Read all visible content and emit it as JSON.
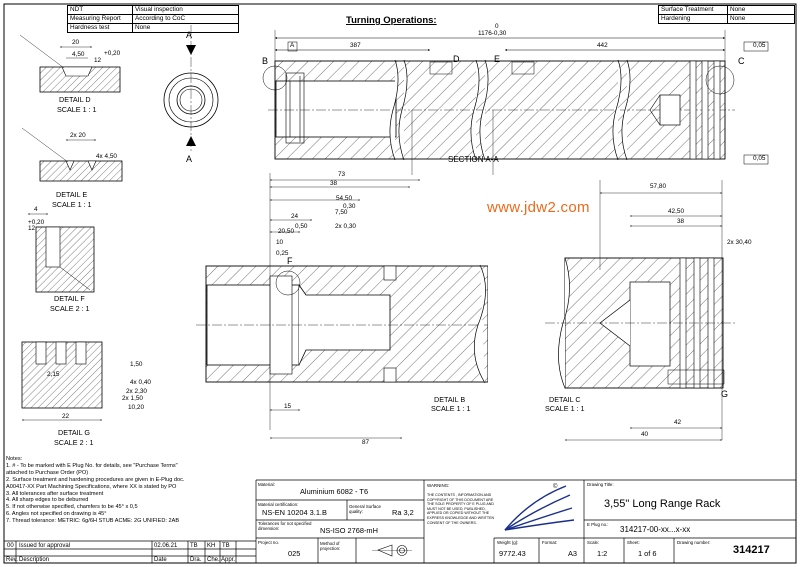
{
  "header_left": [
    {
      "key": "NDT",
      "value": "Visual inspection"
    },
    {
      "key": "Measuring Report",
      "value": "According to CoC"
    },
    {
      "key": "Hardness test",
      "value": "None"
    }
  ],
  "header_right": [
    {
      "key": "Surface Treatment",
      "value": "None"
    },
    {
      "key": "Hardening",
      "value": "None"
    }
  ],
  "title": "Turning Operations:",
  "watermark": "www.jdw2.com",
  "section_label": "SECTION A-A",
  "section_letters": {
    "a_top": "A",
    "a_bottom": "A",
    "b": "B",
    "c": "C",
    "d": "D",
    "e": "E",
    "f": "F",
    "g": "G"
  },
  "details": {
    "d": {
      "name": "DETAIL D",
      "scale": "SCALE 1 : 1"
    },
    "e": {
      "name": "DETAIL E",
      "scale": "SCALE 1 : 1"
    },
    "f": {
      "name": "DETAIL F",
      "scale": "SCALE 2 : 1"
    },
    "g": {
      "name": "DETAIL G",
      "scale": "SCALE 2 : 1"
    },
    "b": {
      "name": "DETAIL B",
      "scale": "SCALE 1 : 1"
    },
    "c": {
      "name": "DETAIL C",
      "scale": "SCALE 1 : 1"
    }
  },
  "dims": {
    "overall": "1176-0,30",
    "d387": "387",
    "d442": "442",
    "d0": "0",
    "tol1": "0,05",
    "tolA": "A",
    "tol2": "0,05",
    "b73": "73",
    "b38": "38",
    "b5450": "54,50",
    "b30": "0,30",
    "b750": "7,50",
    "b24": "24",
    "b2050": "20,50",
    "b10": "10",
    "b025": "0,25",
    "b2x030": "2x 0,30",
    "b050": "0,50",
    "b15": "15",
    "b87": "87",
    "c5780": "57,80",
    "c4250": "42,50",
    "c38": "38",
    "c42": "42",
    "c40": "40",
    "c2x3040": "2x 30,40",
    "d20": "20",
    "d450": "4,50",
    "d12": "12",
    "d020": "+0,20",
    "e2x20": "2x 20",
    "e4x450": "4x 4,50",
    "f4": "4",
    "f12": "12",
    "f020": "+0,20",
    "g150": "1,50",
    "g215": "2,15",
    "g4x040": "4x 0,40",
    "g2x230": "2x 2,30",
    "g2x150": "2x 1,50",
    "g1020": "10,20",
    "g22": "22"
  },
  "notes": {
    "heading": "Notes:",
    "items": [
      "1.    # - To be marked with E Plug No. for details, see \"Purchase Terms\"",
      "        attached to Purchase Order (PO)",
      "2.    Surface treatment and hardening procedures are given in E-Plug doc.",
      "        A00417-XX Part Machining Specifications, where XX is stated by PO",
      "3.    All tolerances after surface treatment",
      "4.    All sharp edges to be deburred",
      "5.    If not otherwise specified, chamfers to be 45° x 0,5",
      "6.    Angles not specified on drawing is 45°",
      "7.    Thread tolerance:    METRIC: 6g/6H    STUB ACME: 2G        UNIFIED: 2AB"
    ]
  },
  "revision": {
    "row": {
      "rev": "00",
      "desc": "Issued for approval",
      "date": "02.06.21",
      "drawn": "TB",
      "checked": "KH",
      "approved": "TB"
    },
    "headers": {
      "rev": "Rev.",
      "desc": "Description",
      "date": "Date",
      "drawn": "Dra.",
      "checked": "Che.",
      "approved": "Appr."
    }
  },
  "title_block": {
    "material_label": "Material:",
    "material": "Aluminium 6082 - T6",
    "cert_label": "Material certification:",
    "cert": "NS-EN 10204 3.1.B",
    "surface_label": "General Surface quality:",
    "surface": "Ra 3,2",
    "tol_label": "Tolerances for not specified dimension:",
    "tol": "NS-ISO 2768-mH",
    "project_label": "Project no.",
    "project": "025",
    "projection_label": "Method of projection:",
    "warning_label": "WARNING:",
    "warning": "THE CONTENTS , INFORMATION AND COPYRIGHT OF THIS DOCUMENT ARE THE SOLE PROPERTY OF E PLUG AND MUST NOT BE USED, PUBLISHED, APPLIED OR COPIED WITHOUT THE EXPRESS KNOWLEDGE AND WRITTEN CONSENT OF THE OWNERS.",
    "copyright": "©",
    "weight_label": "Weight (g):",
    "weight": "9772.43",
    "format_label": "Format:",
    "format": "A3",
    "scale_label": "Scale:",
    "scale": "1:2",
    "sheet_label": "Sheet:",
    "sheet": "1 of 6",
    "drawing_title_label": "Drawing Title:",
    "drawing_title": "3,55\" Long Range Rack",
    "eplug_label": "E Plug no.:",
    "eplug": "314217-00-xx...x-xx",
    "drawing_no_label": "Drawing number:",
    "drawing_no": "314217"
  }
}
